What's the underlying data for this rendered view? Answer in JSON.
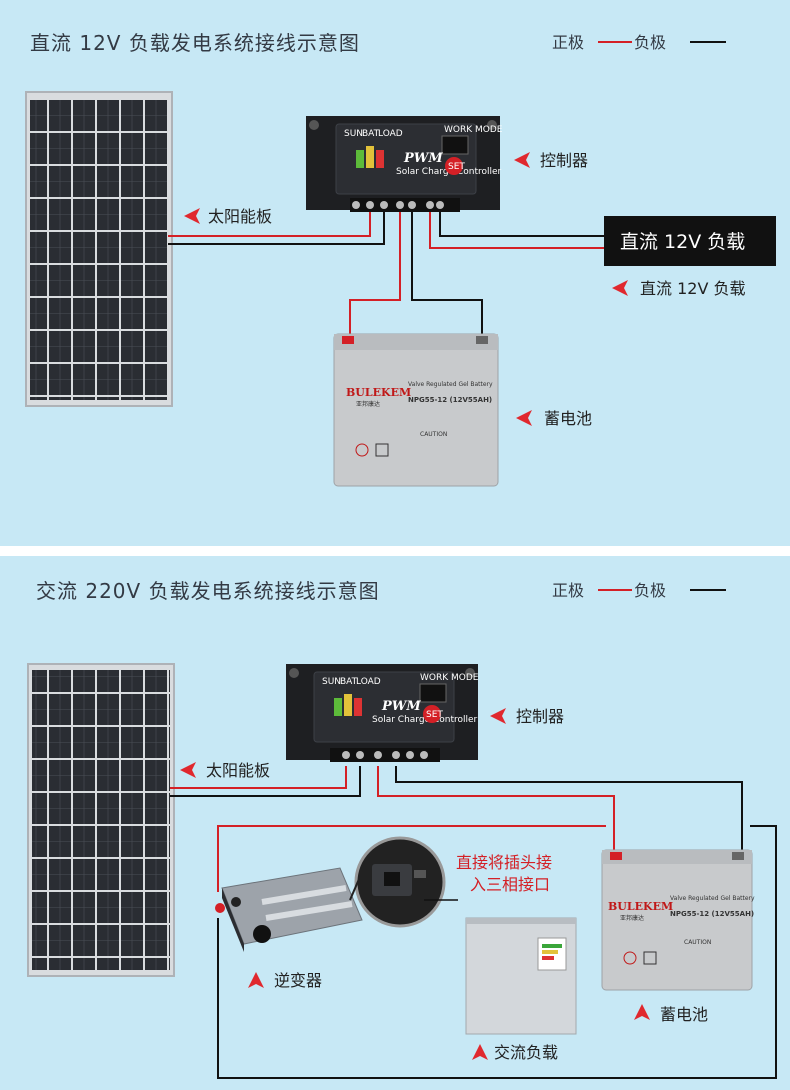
{
  "colors": {
    "background": "#c7e8f5",
    "positive": "#d42026",
    "negative": "#111111",
    "arrow": "#e0282e",
    "controller": "#1e1f22"
  },
  "legend": {
    "positive": "正极",
    "negative": "负极"
  },
  "dc": {
    "title": "直流 12V 负载发电系统接线示意图",
    "labels": {
      "solar": "太阳能板",
      "controller": "控制器",
      "load_box": "直流 12V 负载",
      "load": "直流 12V 负载",
      "battery": "蓄电池"
    }
  },
  "ac": {
    "title": "交流 220V 负载发电系统接线示意图",
    "labels": {
      "solar": "太阳能板",
      "controller": "控制器",
      "battery": "蓄电池",
      "inverter": "逆变器",
      "load": "交流负载",
      "note_line1": "直接将插头接",
      "note_line2": "入三相接口"
    }
  },
  "controller": {
    "status": [
      "SUN",
      "BAT",
      "LOAD"
    ],
    "mode": "WORK MODE",
    "brand": "PWM",
    "subtitle": "Solar Charge Controller",
    "button": "SET"
  },
  "battery": {
    "brand": "BULEKEM",
    "sub": "Valve Regulated Gel Battery",
    "model": "NPG55-12 (12V55AH)",
    "caution": "CAUTION",
    "logo_text": "亚邦康达"
  }
}
